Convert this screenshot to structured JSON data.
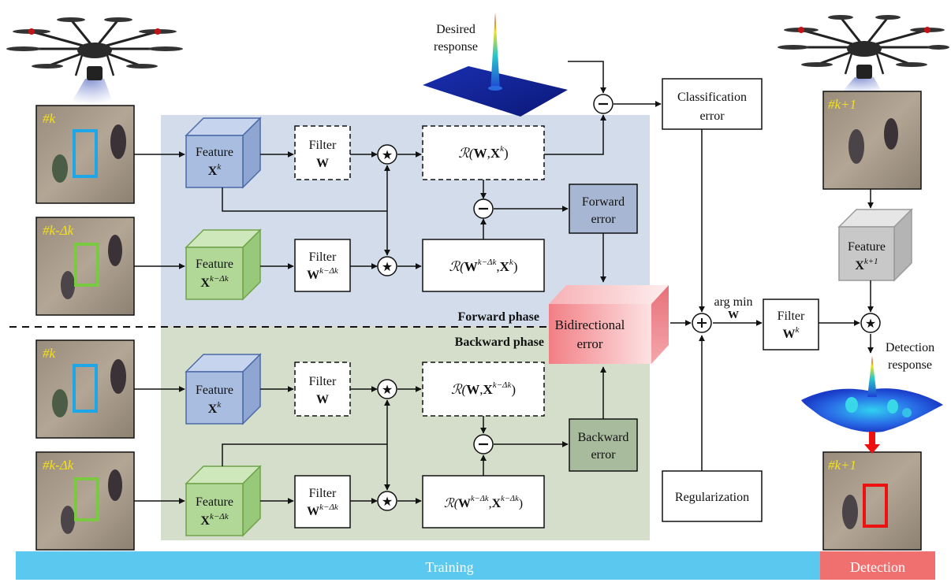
{
  "frames": {
    "k": "#k",
    "k_dk": "#k-Δk",
    "k1": "#k+1"
  },
  "desired_response": {
    "line1": "Desired",
    "line2": "response"
  },
  "forward": {
    "feature_k": {
      "label": "Feature",
      "math": "X",
      "sup": "k"
    },
    "feature_kdk": {
      "label": "Feature",
      "math": "X",
      "sup": "k−Δk"
    },
    "filter_w": {
      "label": "Filter",
      "math": "W"
    },
    "filter_wkdk": {
      "label": "Filter",
      "math": "W",
      "sup": "k−Δk"
    },
    "resp1": {
      "r": "ℛ(",
      "w": "W",
      "comma": ",",
      "x": "X",
      "xsup": "k",
      "close": ")"
    },
    "resp2": {
      "r": "ℛ(",
      "w": "W",
      "wsup": "k−Δk",
      "comma": ",",
      "x": "X",
      "xsup": "k",
      "close": ")"
    },
    "error": {
      "line1": "Forward",
      "line2": "error"
    },
    "phase": "Forward phase"
  },
  "backward": {
    "feature_k": {
      "label": "Feature",
      "math": "X",
      "sup": "k"
    },
    "feature_kdk": {
      "label": "Feature",
      "math": "X",
      "sup": "k−Δk"
    },
    "filter_w": {
      "label": "Filter",
      "math": "W"
    },
    "filter_wkdk": {
      "label": "Filter",
      "math": "W",
      "sup": "k−Δk"
    },
    "resp1": {
      "r": "ℛ(",
      "w": "W",
      "comma": ",",
      "x": "X",
      "xsup": "k−Δk",
      "close": ")"
    },
    "resp2": {
      "r": "ℛ(",
      "w": "W",
      "wsup": "k−Δk",
      "comma": ",",
      "x": "X",
      "xsup": "k−Δk",
      "close": ")"
    },
    "error": {
      "line1": "Backward",
      "line2": "error"
    },
    "phase": "Backward phase"
  },
  "bidirectional": {
    "line1": "Bidirectional",
    "line2": "error"
  },
  "classification": {
    "line1": "Classification",
    "line2": "error"
  },
  "regularization": "Regularization",
  "argmin": {
    "line1": "arg min",
    "line2": "W"
  },
  "filter_wk": {
    "label": "Filter",
    "math": "W",
    "sup": "k"
  },
  "feature_k1": {
    "label": "Feature",
    "math": "X",
    "sup": "k+1"
  },
  "detection_response": {
    "line1": "Detection",
    "line2": "response"
  },
  "bars": {
    "training": "Training",
    "detection": "Detection"
  },
  "colors": {
    "forward_bg": "#d3dcea",
    "backward_bg": "#d4deca",
    "blue_cube": "#a8bde0",
    "green_cube": "#b2d898",
    "gray_cube": "#c8c8c8",
    "forward_error": "#a7b7d3",
    "backward_error": "#a8bb9c",
    "bidirectional": "#f08a8a",
    "training_bar": "#5bc8ef",
    "detection_bar": "#f07070",
    "blue_bbox": "#1ea7e8",
    "green_bbox": "#7ac943",
    "red_bbox": "#ee1111"
  },
  "icons": [
    "drone-icon",
    "drone-icon",
    "correlation-star-icon",
    "subtract-icon",
    "add-icon",
    "response-peak-icon",
    "detection-map-icon"
  ]
}
